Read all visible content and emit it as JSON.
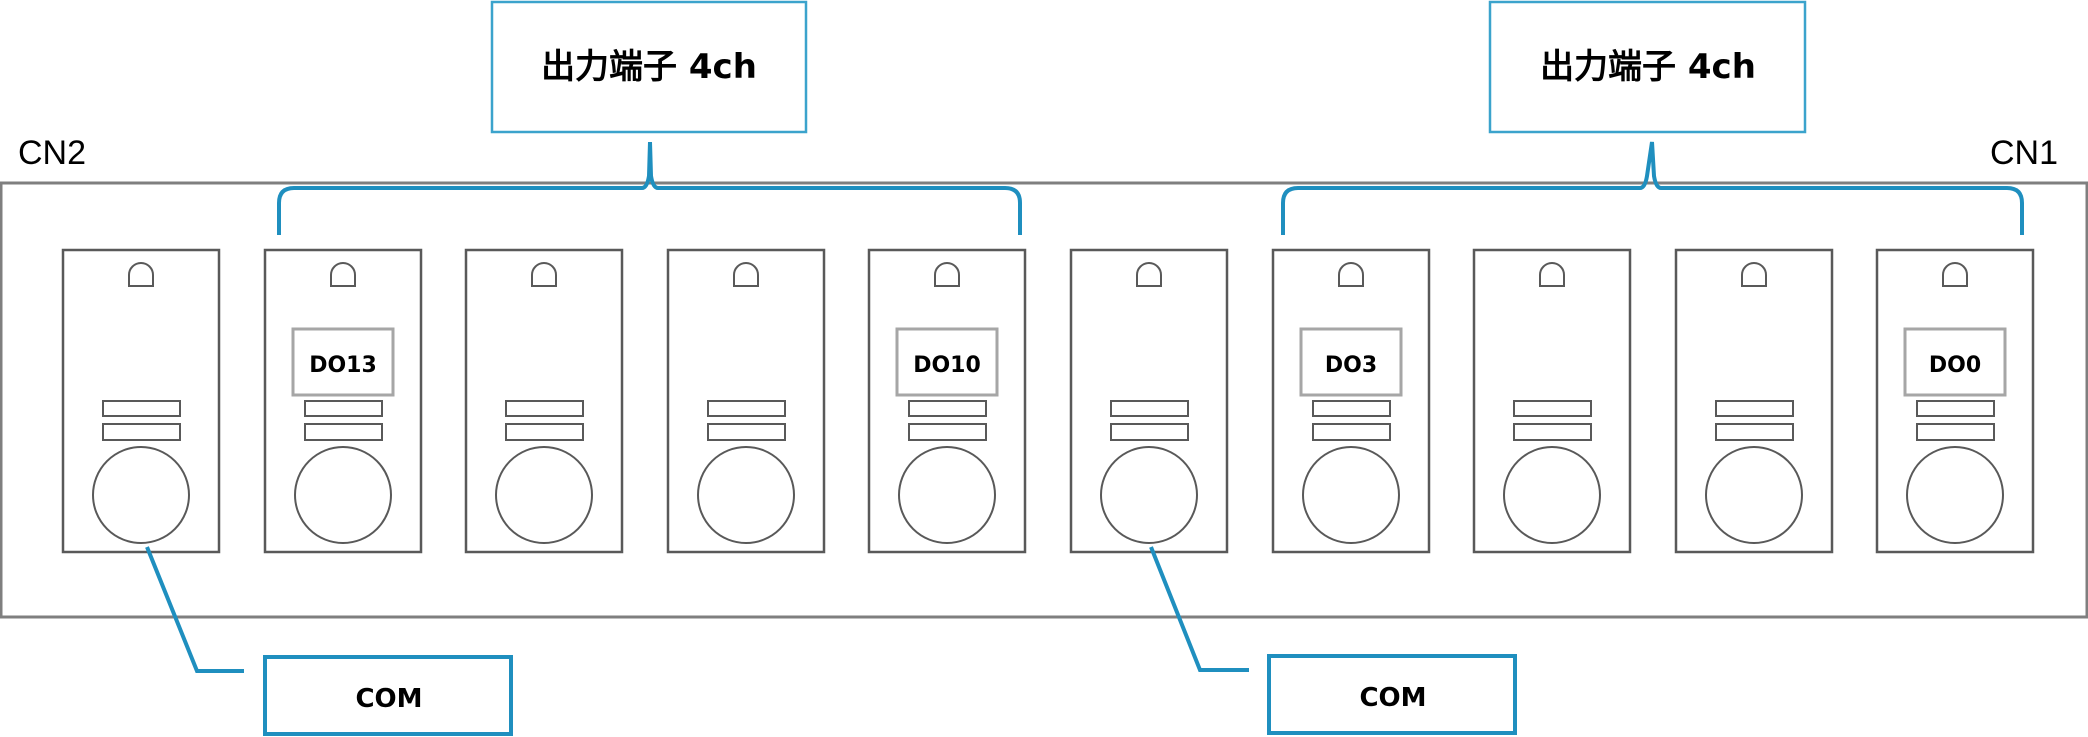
{
  "connectors": {
    "left_label": "CN2",
    "right_label": "CN1"
  },
  "groups": [
    {
      "label": "出力端子 4ch",
      "terminal_range": [
        1,
        4
      ]
    },
    {
      "label": "出力端子 4ch",
      "terminal_range": [
        6,
        9
      ]
    }
  ],
  "terminals": [
    {
      "index": 0,
      "label": "",
      "role": "COM"
    },
    {
      "index": 1,
      "label": "DO13",
      "role": "output"
    },
    {
      "index": 2,
      "label": "",
      "role": "output"
    },
    {
      "index": 3,
      "label": "",
      "role": "output"
    },
    {
      "index": 4,
      "label": "DO10",
      "role": "output"
    },
    {
      "index": 5,
      "label": "",
      "role": "COM"
    },
    {
      "index": 6,
      "label": "DO3",
      "role": "output"
    },
    {
      "index": 7,
      "label": "",
      "role": "output"
    },
    {
      "index": 8,
      "label": "",
      "role": "output"
    },
    {
      "index": 9,
      "label": "DO0",
      "role": "output"
    }
  ],
  "callouts": [
    {
      "label": "COM",
      "terminal_index": 0
    },
    {
      "label": "COM",
      "terminal_index": 5
    }
  ],
  "colors": {
    "accent": "#1f8fbf",
    "outline": "#595959",
    "panel": "#7f7f7f",
    "label_box": "#a6a6a6"
  }
}
